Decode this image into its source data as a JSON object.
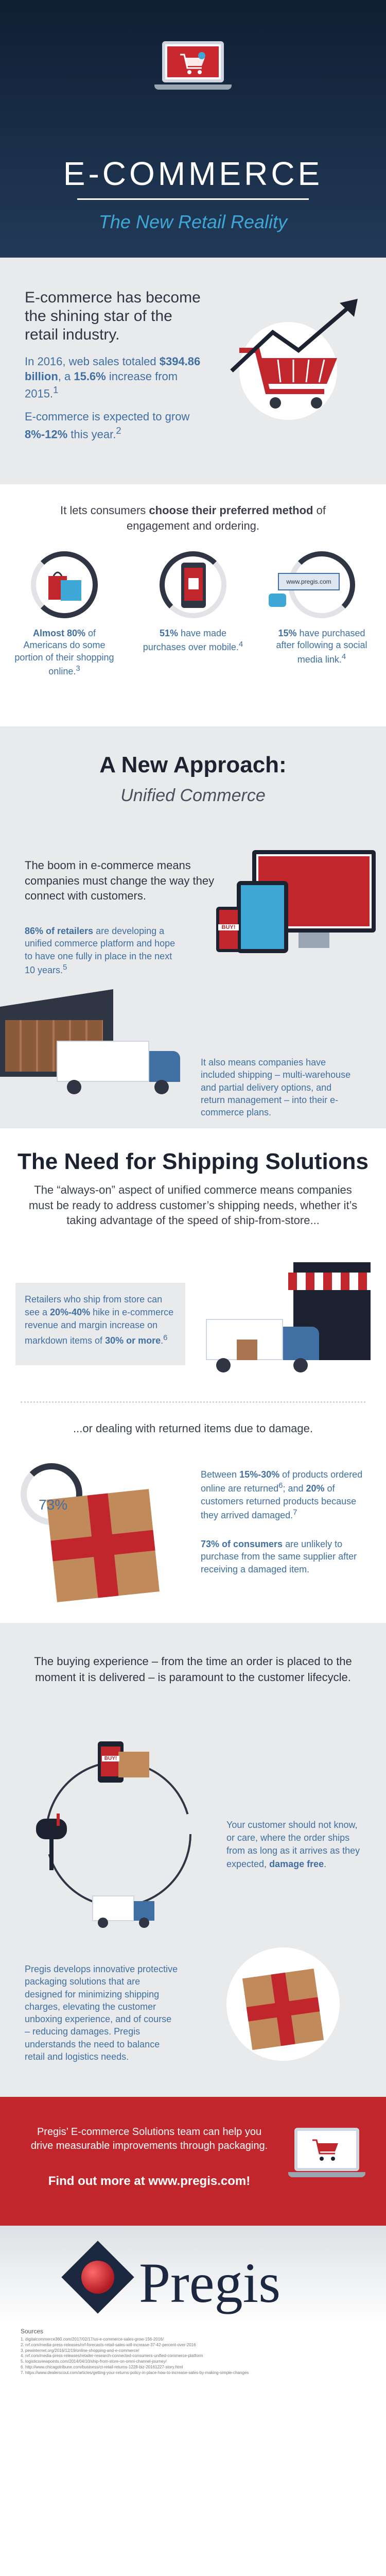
{
  "hero": {
    "title": "E-COMMERCE",
    "subtitle": "The New Retail Reality"
  },
  "intro": {
    "lead": "E-commerce has become the shining star of the retail industry.",
    "sales_pre": "In 2016, web sales totaled ",
    "sales_value": "$394.86 billion",
    "sales_mid": ", a ",
    "sales_pct": "15.6%",
    "sales_post": " increase from 2015.",
    "sales_ref": "1",
    "growth_pre": "E-commerce is expected to grow ",
    "growth_value": "8%-12%",
    "growth_post": " this year.",
    "growth_ref": "2"
  },
  "choose": {
    "head_pre": "It lets consumers ",
    "head_bold": "choose their preferred method",
    "head_post": " of engagement and ordering.",
    "stats": [
      {
        "bold": "Almost 80%",
        "text": " of Americans do some portion of their shopping online.",
        "ref": "3"
      },
      {
        "bold": "51%",
        "text": " have made purchases over mobile.",
        "ref": "4"
      },
      {
        "bold": "15%",
        "text": " have purchased after following a social media link.",
        "ref": "4"
      }
    ],
    "url_badge": "www.pregis.com"
  },
  "approach": {
    "title": "A New Approach:",
    "subtitle": "Unified Commerce",
    "p1": "The boom in e-commerce means companies must change the way they connect with customers.",
    "p2_bold": "86% of retailers",
    "p2_text": " are developing a unified commerce platform and hope to have one fully in place in the next 10 years.",
    "p2_ref": "5",
    "p3": "It also means companies have included shipping – multi-warehouse and partial delivery options, and return management – into their e-commerce plans.",
    "buy_label": "BUY!"
  },
  "shipping": {
    "title": "The Need for Shipping Solutions",
    "p1": "The “always-on” aspect of unified commerce means companies must be ready to address customer’s shipping needs, whether it’s taking advantage of the speed of ship-from-store...",
    "card_pre": "Retailers who ship from store can see a ",
    "card_bold1": "20%-40%",
    "card_mid": " hike in e-commerce revenue and margin increase on markdown items of ",
    "card_bold2": "30% or more",
    "card_post": ".",
    "card_ref": "6"
  },
  "returns": {
    "head": "...or dealing with returned items due to damage.",
    "pct": "73%",
    "p1_pre": "Between ",
    "p1_bold": "15%-30%",
    "p1_mid": " of products ordered online are returned",
    "p1_ref1": "6",
    "p1_mid2": "; and ",
    "p1_bold2": "20%",
    "p1_post": " of customers returned products because they arrived damaged.",
    "p1_ref2": "7",
    "p2_bold": "73% of consumers",
    "p2_post": " are unlikely to purchase from the same supplier after receiving a damaged item."
  },
  "experience": {
    "head": "The buying experience – from the time an order is placed to the moment it is delivered – is paramount to the customer lifecycle.",
    "side_pre": "Your customer should not know, or care, where the order ships from as long as it arrives as they expected, ",
    "side_bold": "damage free",
    "side_post": ".",
    "bottom": "Pregis develops innovative protective packaging solutions that are designed for minimizing shipping charges, elevating the customer unboxing experience, and of course – reducing damages. Pregis understands the need to balance retail and logistics needs.",
    "buy_label": "BUY!"
  },
  "cta": {
    "p1": "Pregis’ E-commerce Solutions team can help you drive measurable improvements through packaging.",
    "p2": "Find out more at www.pregis.com!"
  },
  "logo": {
    "word": "Pregis"
  },
  "sources": {
    "title": "Sources",
    "items": [
      "1. digitalcommerce360.com/2017/02/17/us-e-commerce-sales-grow-156-2016/",
      "2. nrf.com/media-press-releases/nrf-forecasts-retail-sales-will-increase-37-42-percent-over-2016",
      "3. pewinternet.org/2016/12/19/online-shopping-and-e-commerce/",
      "4. nrf.com/media-press-releases/retailer-research-connected-consumers-unified-commerce-platform",
      "5. logisticsviewpoints.com/2014/04/10/ship-from-store-on-omni-channel-journey/",
      "6. http://www.chicagotribune.com/business/ct-retail-returns-1228-biz-20161227-story.html",
      "7. https://www.dealerscout.com/articles/getting-your-returns-policy-in-place-how-to-increase-sales-by-making-simple-changes"
    ]
  },
  "colors": {
    "navy": "#0f1f33",
    "red": "#c2262d",
    "blue_text": "#3f6fa3",
    "light_blue": "#3fa7d6",
    "grey_bg": "#e9eaec"
  }
}
